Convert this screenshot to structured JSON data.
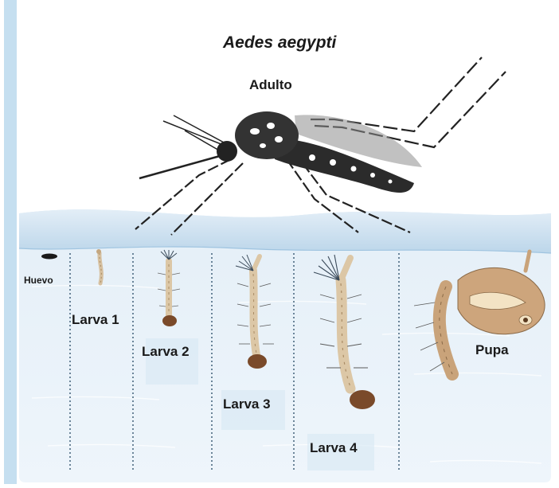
{
  "title": "Aedes aegypti",
  "stages": {
    "adult": "Adulto",
    "egg": "Huevo",
    "larva1": "Larva 1",
    "larva2": "Larva 2",
    "larva3": "Larva 3",
    "larva4": "Larva 4",
    "pupa": "Pupa"
  },
  "colors": {
    "water_surface": "#cfe3f2",
    "water_body": "#e7f1f9",
    "frame_bar": "#c5dff0",
    "mosquito_body": "#2b2b2b",
    "larva": "#d9c3a0",
    "larva_head": "#7a4a2a",
    "pupa": "#c7a27a"
  }
}
